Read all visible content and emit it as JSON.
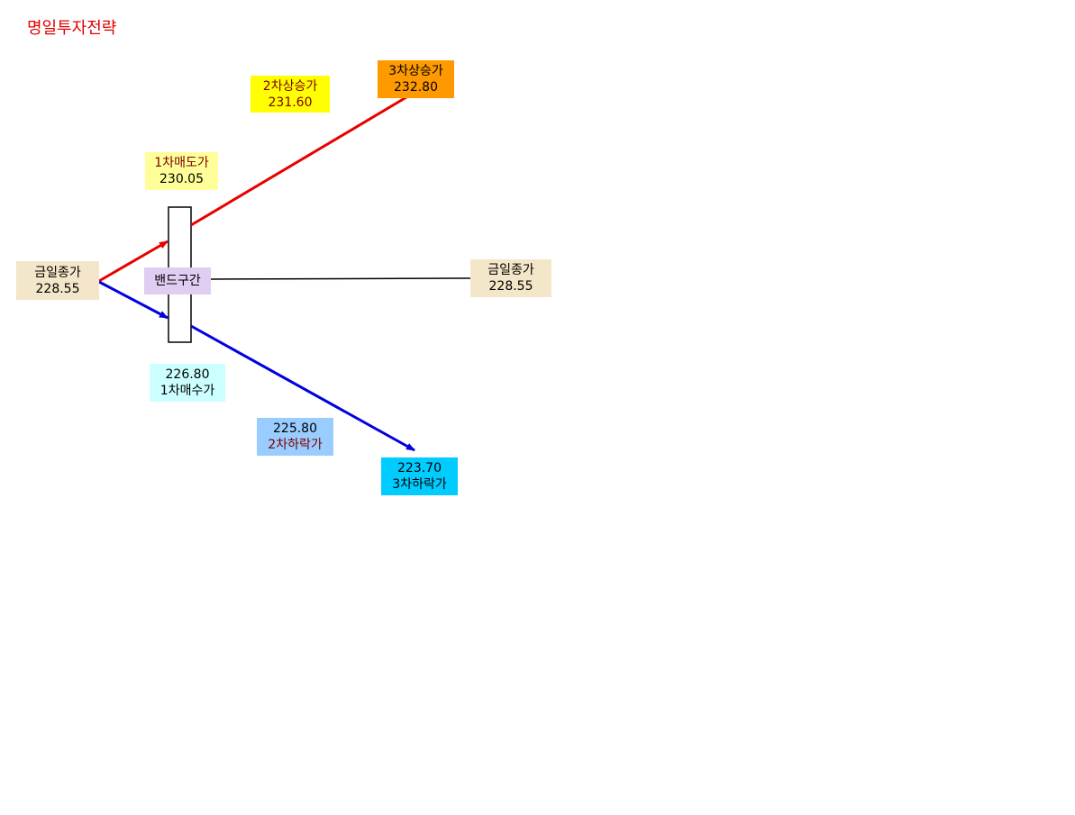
{
  "title": "명일투자전략",
  "nodes": {
    "close_left": {
      "label": "금일종가",
      "value": "228.55"
    },
    "close_right": {
      "label": "금일종가",
      "value": "228.55"
    },
    "band": {
      "label": "밴드구간"
    },
    "sell1": {
      "label": "1차매도가",
      "value": "230.05"
    },
    "rise2": {
      "label": "2차상승가",
      "value": "231.60"
    },
    "rise3": {
      "label": "3차상승가",
      "value": "232.80"
    },
    "buy1": {
      "label": "1차매수가",
      "value": "226.80"
    },
    "fall2": {
      "label": "2차하락가",
      "value": "225.80"
    },
    "fall3": {
      "label": "3차하락가",
      "value": "223.70"
    }
  },
  "colors": {
    "title": "#e00000",
    "up_arrow": "#e80000",
    "down_arrow": "#0000e0",
    "close_box": "#f4e6c8",
    "band_box": "#e0cdf2",
    "sell1_box": "#ffff99",
    "rise2_box": "#ffff00",
    "rise3_box": "#ff9900",
    "buy1_box": "#ccffff",
    "fall2_box": "#99ccff",
    "fall3_box": "#00ccff"
  }
}
